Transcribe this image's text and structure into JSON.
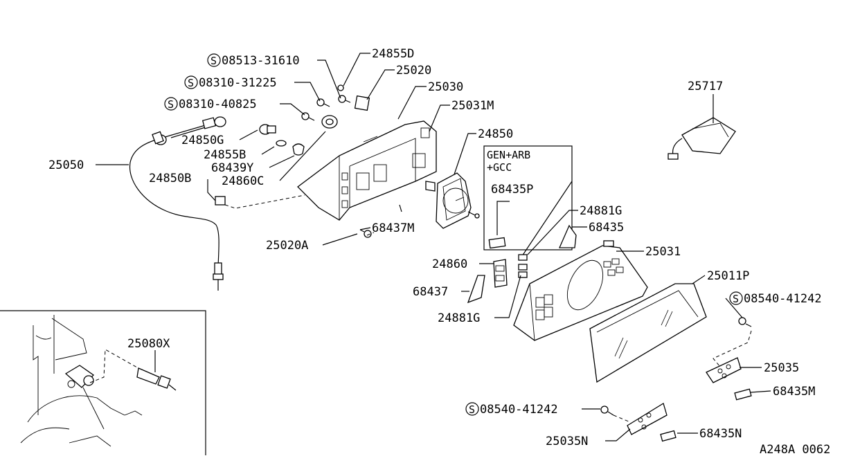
{
  "labels": {
    "p08513_31610": "08513-31610",
    "p08310_31225": "08310-31225",
    "p08310_40825": "08310-40825",
    "p24855D": "24855D",
    "p25020": "25020",
    "p25030": "25030",
    "p25031M": "25031M",
    "p24850": "24850",
    "p25717": "25717",
    "p24850G": "24850G",
    "p24855B": "24855B",
    "p68439Y": "68439Y",
    "p24860C": "24860C",
    "p25050": "25050",
    "p24850B": "24850B",
    "p68437M": "68437M",
    "p25020A": "25020A",
    "p68435P": "68435P",
    "p24881G_top": "24881G",
    "p68435": "68435",
    "p25031": "25031",
    "p24860": "24860",
    "p68437": "68437",
    "p24881G_bot": "24881G",
    "p25011P": "25011P",
    "p08540_41242_r": "08540-41242",
    "p25035": "25035",
    "p68435M": "68435M",
    "p08540_41242_b": "08540-41242",
    "p25035N": "25035N",
    "p68435N": "68435N",
    "p25080X": "25080X"
  },
  "variant_box": {
    "line1": "GEN+ARB",
    "line2": "+GCC"
  },
  "standard_part_symbol": "S",
  "diagram_code": "A248A 0062"
}
